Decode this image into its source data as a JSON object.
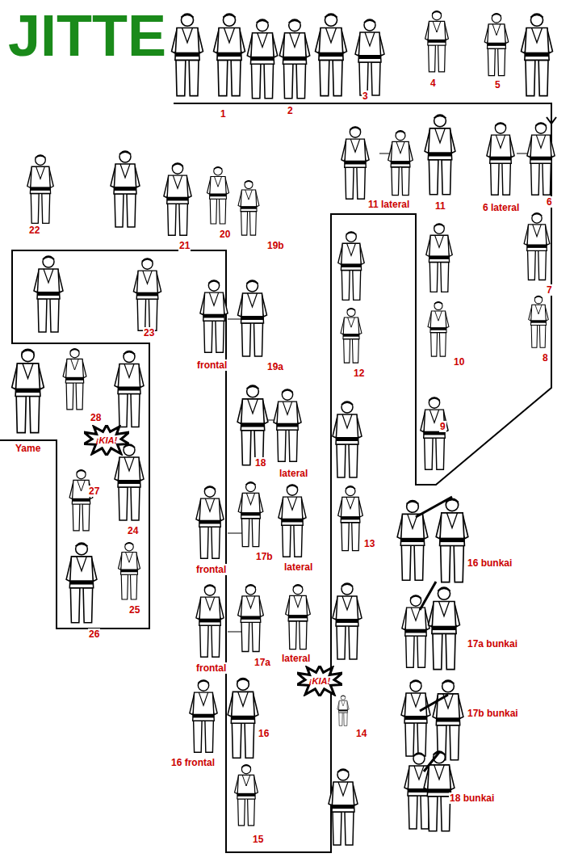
{
  "diagram": {
    "title": "JITTE",
    "nodes": [
      {
        "text": [
          "¡KIA!"
        ]
      },
      {
        "text": [
          "¡KIA!"
        ]
      }
    ],
    "labels": [
      "1",
      "2",
      "3",
      "4",
      "5",
      "11 lateral",
      "11",
      "6 lateral",
      "6",
      "22",
      "21",
      "20",
      "19b",
      "7",
      "8",
      "23",
      "frontal",
      "19a",
      "10",
      "12",
      "9",
      "Yame",
      "28",
      "27",
      "18",
      "lateral",
      "24",
      "13",
      "frontal",
      "17b",
      "lateral",
      "16 bunkai",
      "26",
      "25",
      "17a bunkai",
      "frontal",
      "17a",
      "lateral",
      "14",
      "17b bunkai",
      "16",
      "16 frontal",
      "18 bunkai",
      "15"
    ]
  }
}
